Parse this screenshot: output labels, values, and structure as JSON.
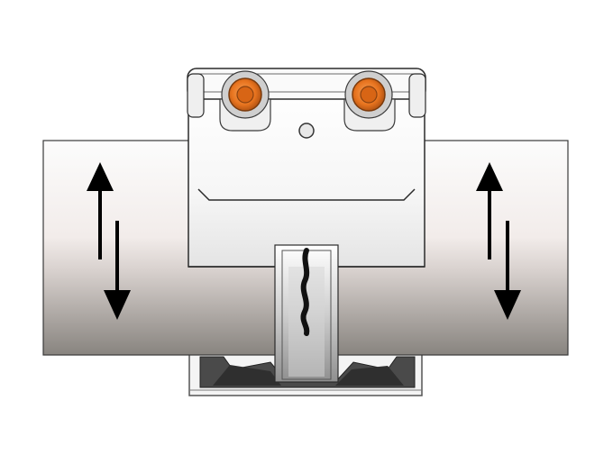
{
  "diagram": {
    "subject": "pipe-repair-clamp",
    "background_color": "#ffffff",
    "bolt_color": "#e8741f",
    "pipe_shading": [
      "#fbfbfb",
      "#e8e2df",
      "#8e8a86"
    ],
    "arrow_color": "#000000",
    "arrows": [
      {
        "side": "left",
        "directions": [
          "up",
          "down"
        ]
      },
      {
        "side": "right",
        "directions": [
          "up",
          "down"
        ]
      }
    ],
    "icons": [
      "bolt-icon",
      "double-arrow-icon"
    ]
  }
}
